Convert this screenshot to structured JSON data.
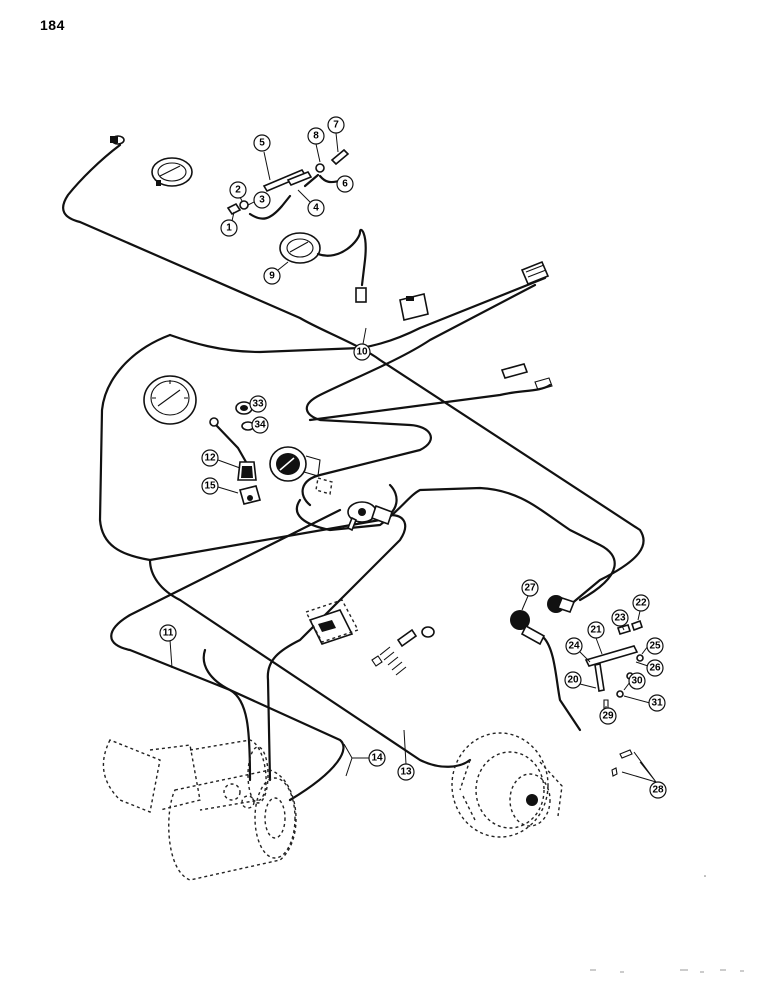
{
  "page": {
    "number": "184"
  },
  "callouts": [
    "1",
    "2",
    "3",
    "4",
    "5",
    "6",
    "7",
    "8",
    "9",
    "10",
    "11",
    "12",
    "13",
    "14",
    "15",
    "20",
    "21",
    "22",
    "23",
    "24",
    "25",
    "26",
    "27",
    "28",
    "29",
    "30",
    "31",
    "33",
    "34"
  ]
}
